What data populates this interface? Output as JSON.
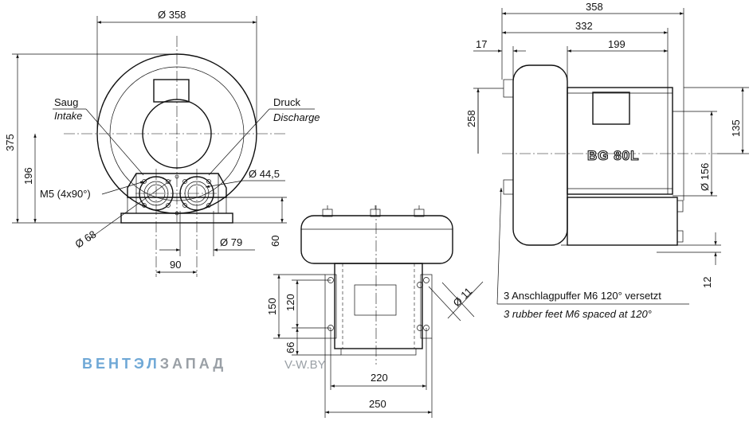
{
  "front_view": {
    "dia_358": "Ø 358",
    "height_375": "375",
    "height_196": "196",
    "saug": "Saug",
    "intake": "Intake",
    "druck": "Druck",
    "discharge": "Discharge",
    "m5": "M5 (4x90°)",
    "dia_44_5": "Ø 44,5",
    "dia_68": "Ø 68",
    "dia_79": "Ø 79",
    "width_90": "90",
    "height_60": "60"
  },
  "bottom_view": {
    "height_150": "150",
    "height_120": "120",
    "height_66": "66",
    "dia_11": "Ø 11",
    "width_220": "220",
    "width_250": "250"
  },
  "side_view": {
    "len_358": "358",
    "len_332": "332",
    "len_199": "199",
    "len_17": "17",
    "height_258": "258",
    "height_135": "135",
    "dia_156": "Ø 156",
    "height_12": "12",
    "model": "BG 80L",
    "feet_de": "3 Anschlagpuffer M6 120° versetzt",
    "feet_en": "3 rubber feet M6 spaced at 120°"
  },
  "watermark": {
    "brand_part1": "ВЕНТЭЛ",
    "brand_part2": "ЗАПАД",
    "url": "V-W.BY"
  },
  "colors": {
    "line": "#111111",
    "watermark_blue": "#6fa8d6",
    "watermark_gray": "#9aa0a6"
  }
}
